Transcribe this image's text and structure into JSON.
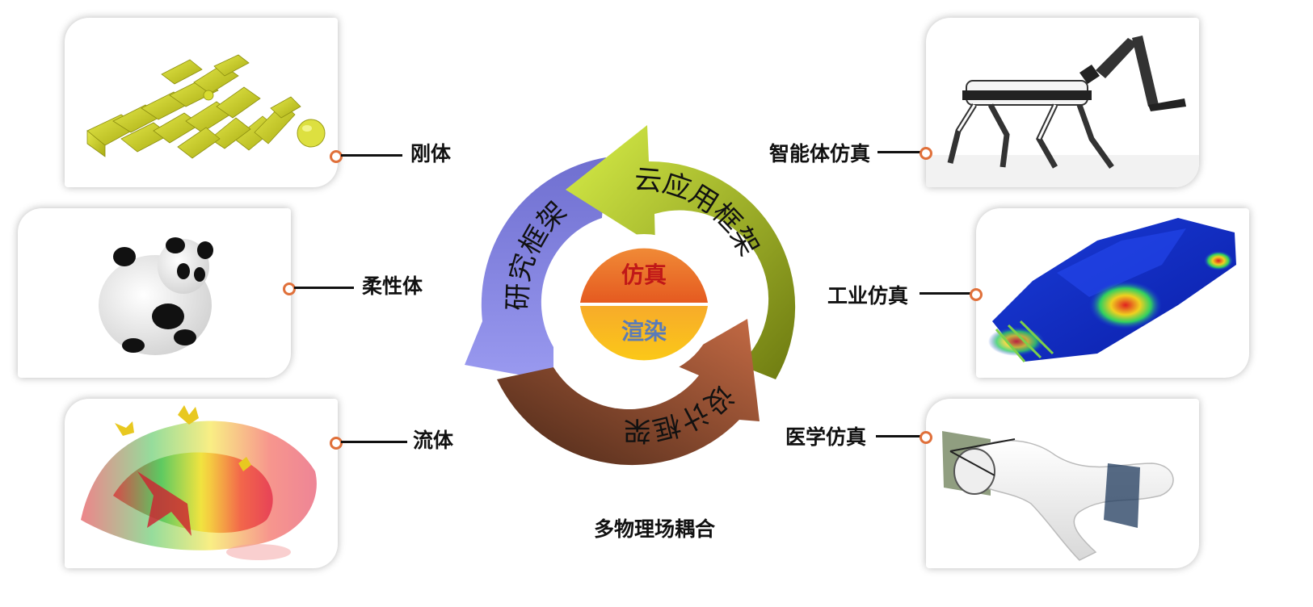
{
  "center": {
    "top_label": "仿真",
    "bottom_label": "渲染",
    "top_color": "#f07b2e",
    "bottom_color": "#f9b82a"
  },
  "cycle": [
    {
      "label": "研究框架",
      "color": "#7f7fe0"
    },
    {
      "label": "云应用框架",
      "color": "#c8e03c"
    },
    {
      "label": "设计框架",
      "color": "#b5623f"
    }
  ],
  "left_items": [
    {
      "label": "刚体",
      "image": "rigid-body-blocks"
    },
    {
      "label": "柔性体",
      "image": "soft-body-panda"
    },
    {
      "label": "流体",
      "image": "fluid-particles"
    }
  ],
  "right_items": [
    {
      "label": "智能体仿真",
      "image": "robot-dog-arm"
    },
    {
      "label": "工业仿真",
      "image": "car-body-stress-map"
    },
    {
      "label": "医学仿真",
      "image": "vessel-model"
    }
  ],
  "caption": "多物理场耦合",
  "colors": {
    "connector_dot": "#e0703a",
    "connector_line": "#111111"
  }
}
